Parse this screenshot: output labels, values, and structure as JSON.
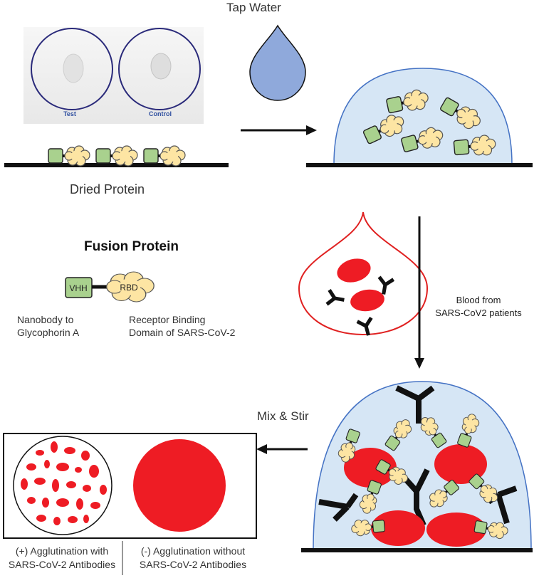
{
  "labels": {
    "tap_water": "Tap Water",
    "dried_protein": "Dried Protein",
    "fusion_protein_title": "Fusion Protein",
    "vhh": "VHH",
    "rbd": "RBD",
    "nanobody_line1": "Nanobody to",
    "nanobody_line2": "Glycophorin A",
    "rbd_desc_line1": "Receptor Binding",
    "rbd_desc_line2": "Domain of SARS-CoV-2",
    "blood_line1": "Blood from",
    "blood_line2": "SARS-CoV2 patients",
    "mix_stir": "Mix & Stir",
    "positive_line1": "(+) Agglutination with",
    "positive_line2": "SARS-CoV-2 Antibodies",
    "negative_line1": "(-) Agglutination without",
    "negative_line2": "SARS-CoV-2 Antibodies",
    "card_test": "Test",
    "card_control": "Control"
  },
  "colors": {
    "vhh_fill": "#a9d18e",
    "rbd_fill": "#fde5a3",
    "droplet_fill": "#8fa9db",
    "dome_fill": "#d6e6f5",
    "dome_stroke": "#4472c4",
    "rbc_red": "#ee1c24",
    "card_circle": "#2a2a7a",
    "card_text": "#2f4fa0"
  }
}
